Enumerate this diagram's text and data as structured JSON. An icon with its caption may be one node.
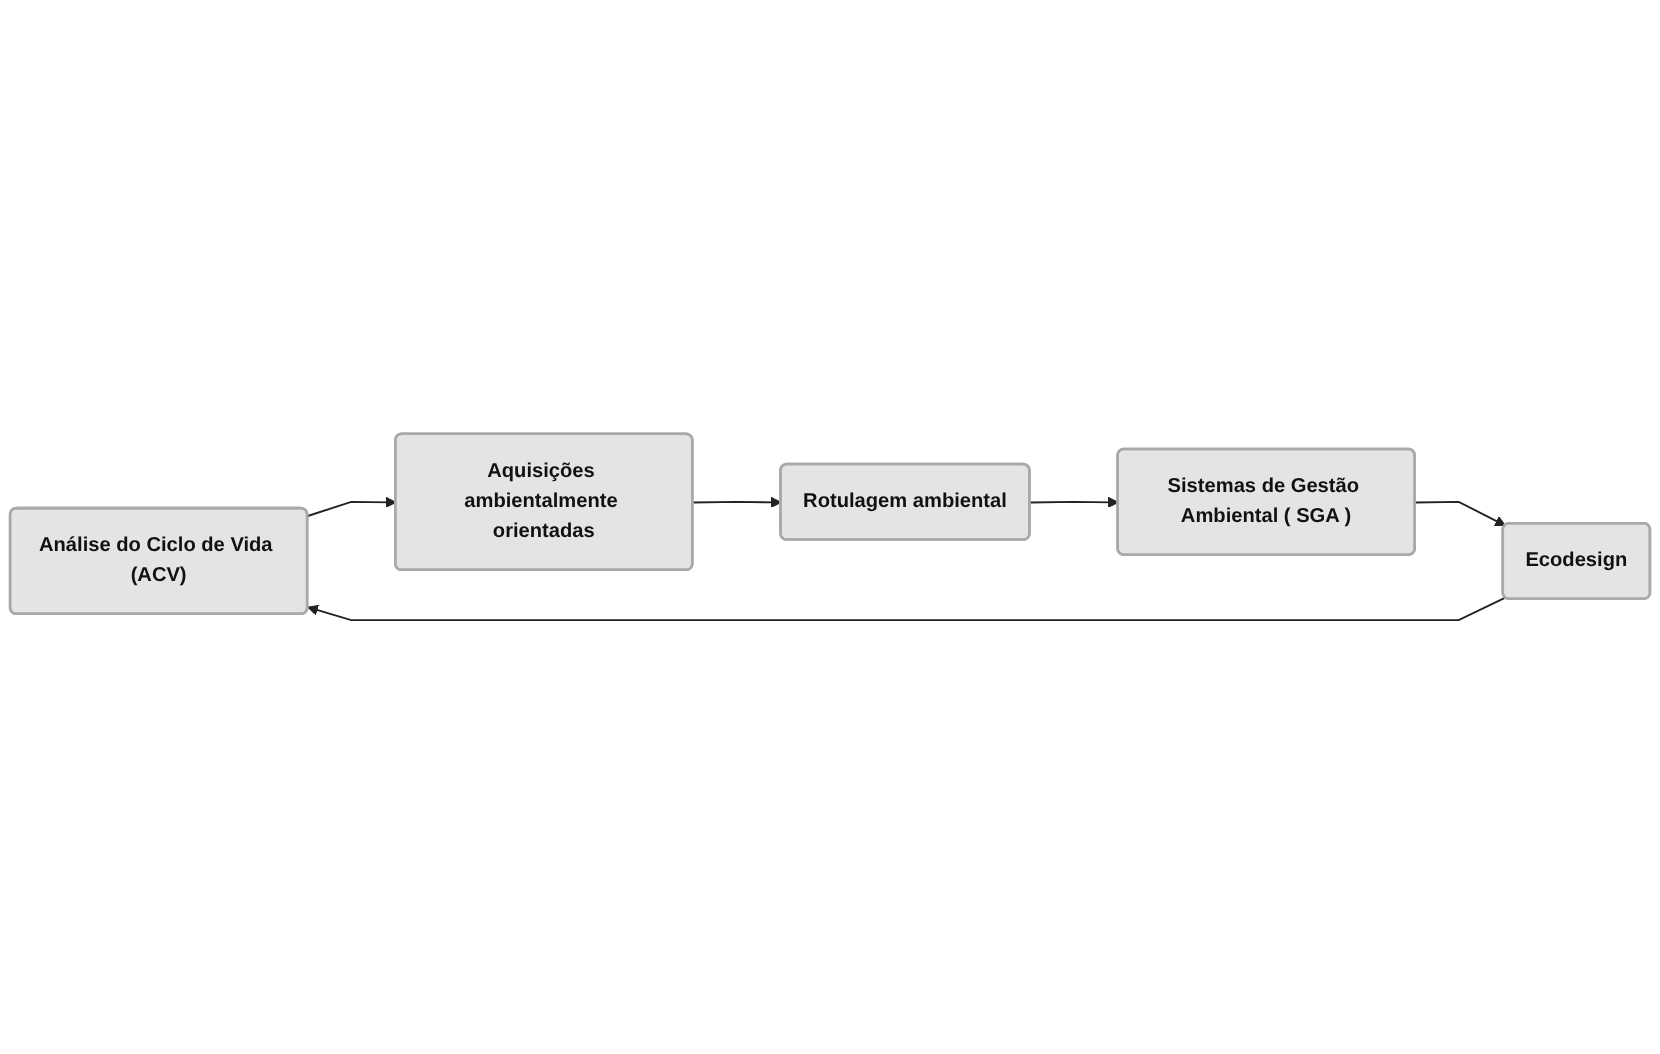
{
  "diagram": {
    "nodes": [
      {
        "text": [
          "Análise do Ciclo de Vida (ACV)"
        ]
      },
      {
        "text": [
          "Aquisições ambientalmente orientadas"
        ]
      },
      {
        "text": [
          "Rotulagem ambiental"
        ]
      },
      {
        "text": [
          "Sistemas de Gestão Ambiental ( SGA )"
        ]
      },
      {
        "text": [
          "Ecodesign"
        ]
      }
    ],
    "edges": [
      {
        "from": 0,
        "to": 1,
        "arrow": "to"
      },
      {
        "from": 1,
        "to": 2,
        "arrow": "to"
      },
      {
        "from": 2,
        "to": 3,
        "arrow": "to"
      },
      {
        "from": 3,
        "to": 4,
        "arrow": "to"
      },
      {
        "from": 4,
        "to": 0,
        "arrow": "to"
      }
    ]
  }
}
